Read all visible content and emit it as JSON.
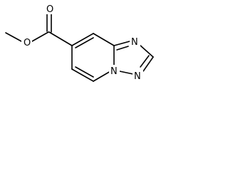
{
  "molecule": {
    "atoms": {
      "carbonyl_oxygen": "O",
      "ester_oxygen": "O",
      "ring_nitrogen_top": "N",
      "ring_nitrogen_bridge": "N",
      "ring_nitrogen_bottom": "N"
    },
    "colors": {
      "bond": "#000000",
      "label": "#000000",
      "background": "#ffffff"
    }
  }
}
